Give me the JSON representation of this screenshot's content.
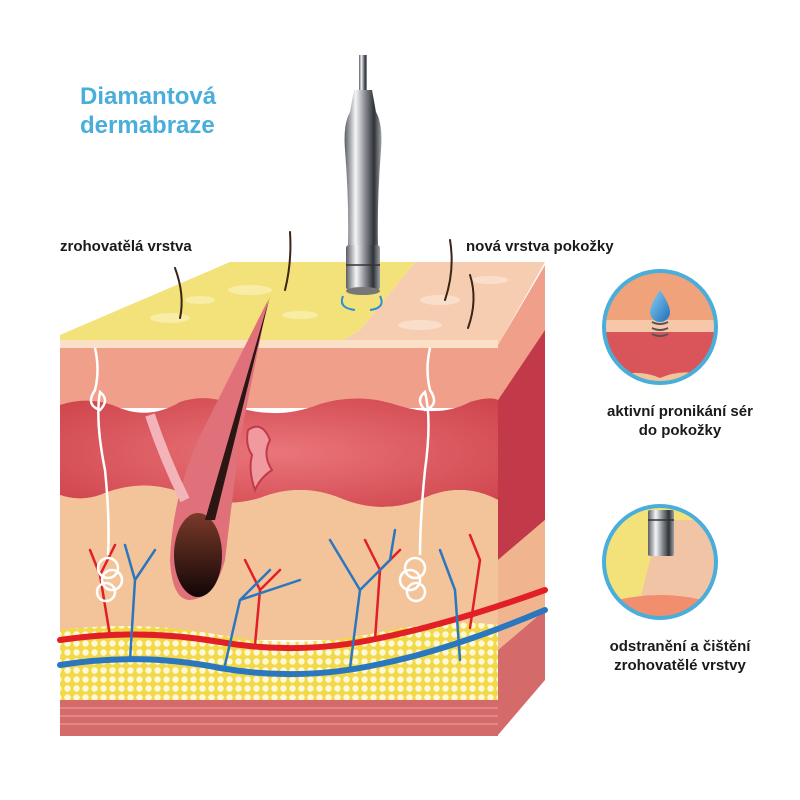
{
  "title": {
    "line1": "Diamantová",
    "line2": "dermabraze",
    "color": "#4aaedb"
  },
  "labels": {
    "left_layer": "zrohovatělá vrstva",
    "right_layer": "nová vrstva pokožky"
  },
  "callouts": [
    {
      "icon": "serum-drop-icon",
      "line1": "aktivní pronikání sér",
      "line2": "do pokožky"
    },
    {
      "icon": "diamond-tip-icon",
      "line1": "odstranění a čištění",
      "line2": "zrohovatělé vrstvy"
    }
  ],
  "colors": {
    "dead_skin": "#f3e27a",
    "new_skin": "#f6cdb0",
    "epidermis": "#f0a08a",
    "dermis": "#d9555a",
    "hypodermis": "#f3c49a",
    "fat": "#f2d94a",
    "artery": "#e21f26",
    "vein": "#2a77c0",
    "circle_border": "#4aaedb"
  }
}
